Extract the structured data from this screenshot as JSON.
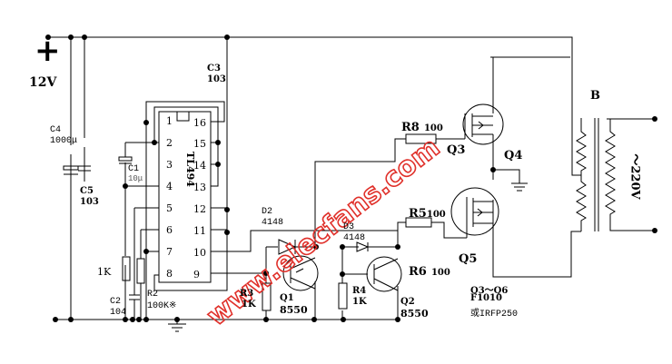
{
  "power": {
    "plus": "+",
    "voltage": "12V"
  },
  "components": {
    "c3": {
      "name": "C3",
      "value": "103"
    },
    "c4": {
      "name": "C4",
      "value": "1000μ"
    },
    "c5": {
      "name": "C5",
      "value": "103"
    },
    "c1": {
      "name": "C1",
      "value": "10μ"
    },
    "c2": {
      "name": "C2",
      "value": "104"
    },
    "r1": {
      "value": "1K"
    },
    "r2": {
      "name": "R2",
      "value": "100K※"
    },
    "r3": {
      "name": "R3",
      "value": "1K"
    },
    "r4": {
      "name": "R4",
      "value": "1K"
    },
    "r5": {
      "name": "R5",
      "value": "100"
    },
    "r6": {
      "name": "R6",
      "value": "100"
    },
    "r8": {
      "name": "R8",
      "value": "100"
    },
    "d2": {
      "name": "D2",
      "value": "4148"
    },
    "d3": {
      "name": "D3",
      "value": "4148"
    },
    "q1": {
      "name": "Q1",
      "value": "8550"
    },
    "q2": {
      "name": "Q2",
      "value": "8550"
    },
    "q3": {
      "name": "Q3"
    },
    "q4": {
      "name": "Q4"
    },
    "q5": {
      "name": "Q5"
    },
    "mosfet_note": {
      "range": "Q3～Q6",
      "part": "F1010",
      "alt": "或IRFP250"
    },
    "transformer": {
      "name": "B",
      "output": "～220V"
    }
  },
  "ic": {
    "name": "TL494",
    "left_pins": [
      "1",
      "2",
      "3",
      "4",
      "5",
      "6",
      "7",
      "8"
    ],
    "right_pins": [
      "16",
      "15",
      "14",
      "13",
      "12",
      "11",
      "10",
      "9"
    ]
  },
  "watermark": "www.elecfans.com"
}
